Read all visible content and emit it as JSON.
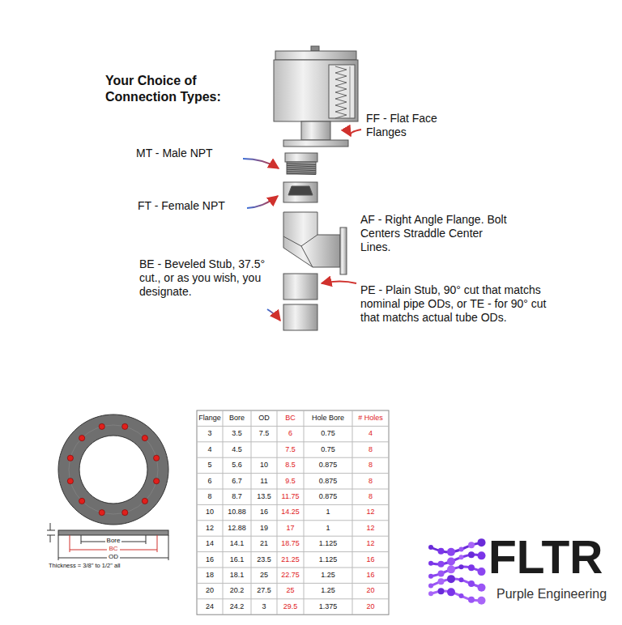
{
  "diagram": {
    "title": "Your Choice of Connection Types:",
    "labels": [
      "FF - Flat Face Flanges",
      "MT - Male NPT",
      "FT - Female NPT",
      "AF - Right Angle Flange. Bolt Centers Straddle Center Lines.",
      "BE - Beveled Stub, 37.5° cut., or as you wish, you designate.",
      "PE - Plain Stub, 90° cut that matchs nominal pipe ODs, or TE - for 90° cut that matchs actual tube ODs.",
      "Bore",
      "BC",
      "OD",
      "Thickness = 3/8\" to 1/2\" all",
      "Flange",
      "Bore",
      "OD",
      "BC",
      "Hole Bore",
      "# Holes",
      "3",
      "3.5",
      "7.5",
      "6",
      "0.75",
      "4",
      "4",
      "4.5",
      "7.5",
      "0.75",
      "8",
      "5",
      "5.6",
      "10",
      "8.5",
      "0.875",
      "8",
      "6",
      "6.7",
      "11",
      "9.5",
      "0.875",
      "8",
      "8",
      "8.7",
      "13.5",
      "11.75",
      "0.875",
      "8",
      "10",
      "10.88",
      "16",
      "14.25",
      "1",
      "12",
      "12",
      "12.88",
      "19",
      "17",
      "1",
      "12",
      "14",
      "14.1",
      "21",
      "18.75",
      "1.125",
      "12",
      "16",
      "16.1",
      "23.5",
      "21.25",
      "1.125",
      "16",
      "18",
      "18.1",
      "25",
      "22.75",
      "1.25",
      "16",
      "20",
      "20.2",
      "27.5",
      "25",
      "1.25",
      "20",
      "24",
      "24.2",
      "3",
      "29.5",
      "1.375",
      "20",
      "FLTR",
      "Purple Engineering"
    ]
  }
}
